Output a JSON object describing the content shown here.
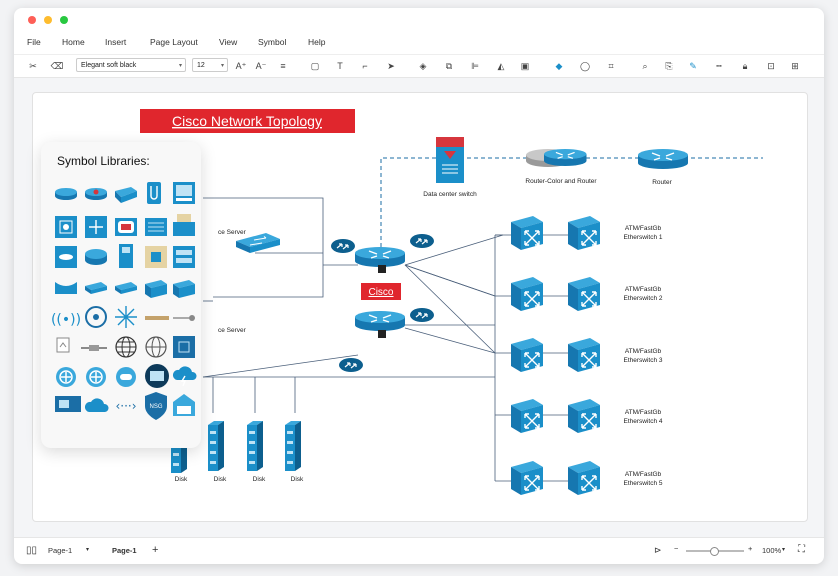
{
  "menu": [
    "File",
    "Home",
    "Insert",
    "Page Layout",
    "View",
    "Symbol",
    "Help"
  ],
  "toolbar": {
    "font_name": "Elegant soft black",
    "font_size": "12"
  },
  "diagram": {
    "title": "Cisco Network Topology",
    "cisco_label": "Cisco",
    "data_center_switch": "Data center switch",
    "router_color": "Router-Color and Router",
    "router": "Router",
    "server_top": "ce Server",
    "server_bottom": "ce Server",
    "disk": "Disk",
    "ether_line1": "ATM/FastGb",
    "ether1": "Etherswitch 1",
    "ether2": "Etherswitch 2",
    "ether3": "Etherswitch 3",
    "ether4": "Etherswitch 4",
    "ether5": "Etherswitch 5"
  },
  "symbol_library": {
    "title": "Symbol Libraries:",
    "nsg_label": "NSG"
  },
  "status": {
    "page_tab": "Page-1",
    "active_page": "Page-1",
    "add": "+",
    "zoom": "100%"
  },
  "colors": {
    "accent_blue": "#1b8fc9",
    "title_red": "#e0262d",
    "firewall_red": "#d6363d"
  }
}
